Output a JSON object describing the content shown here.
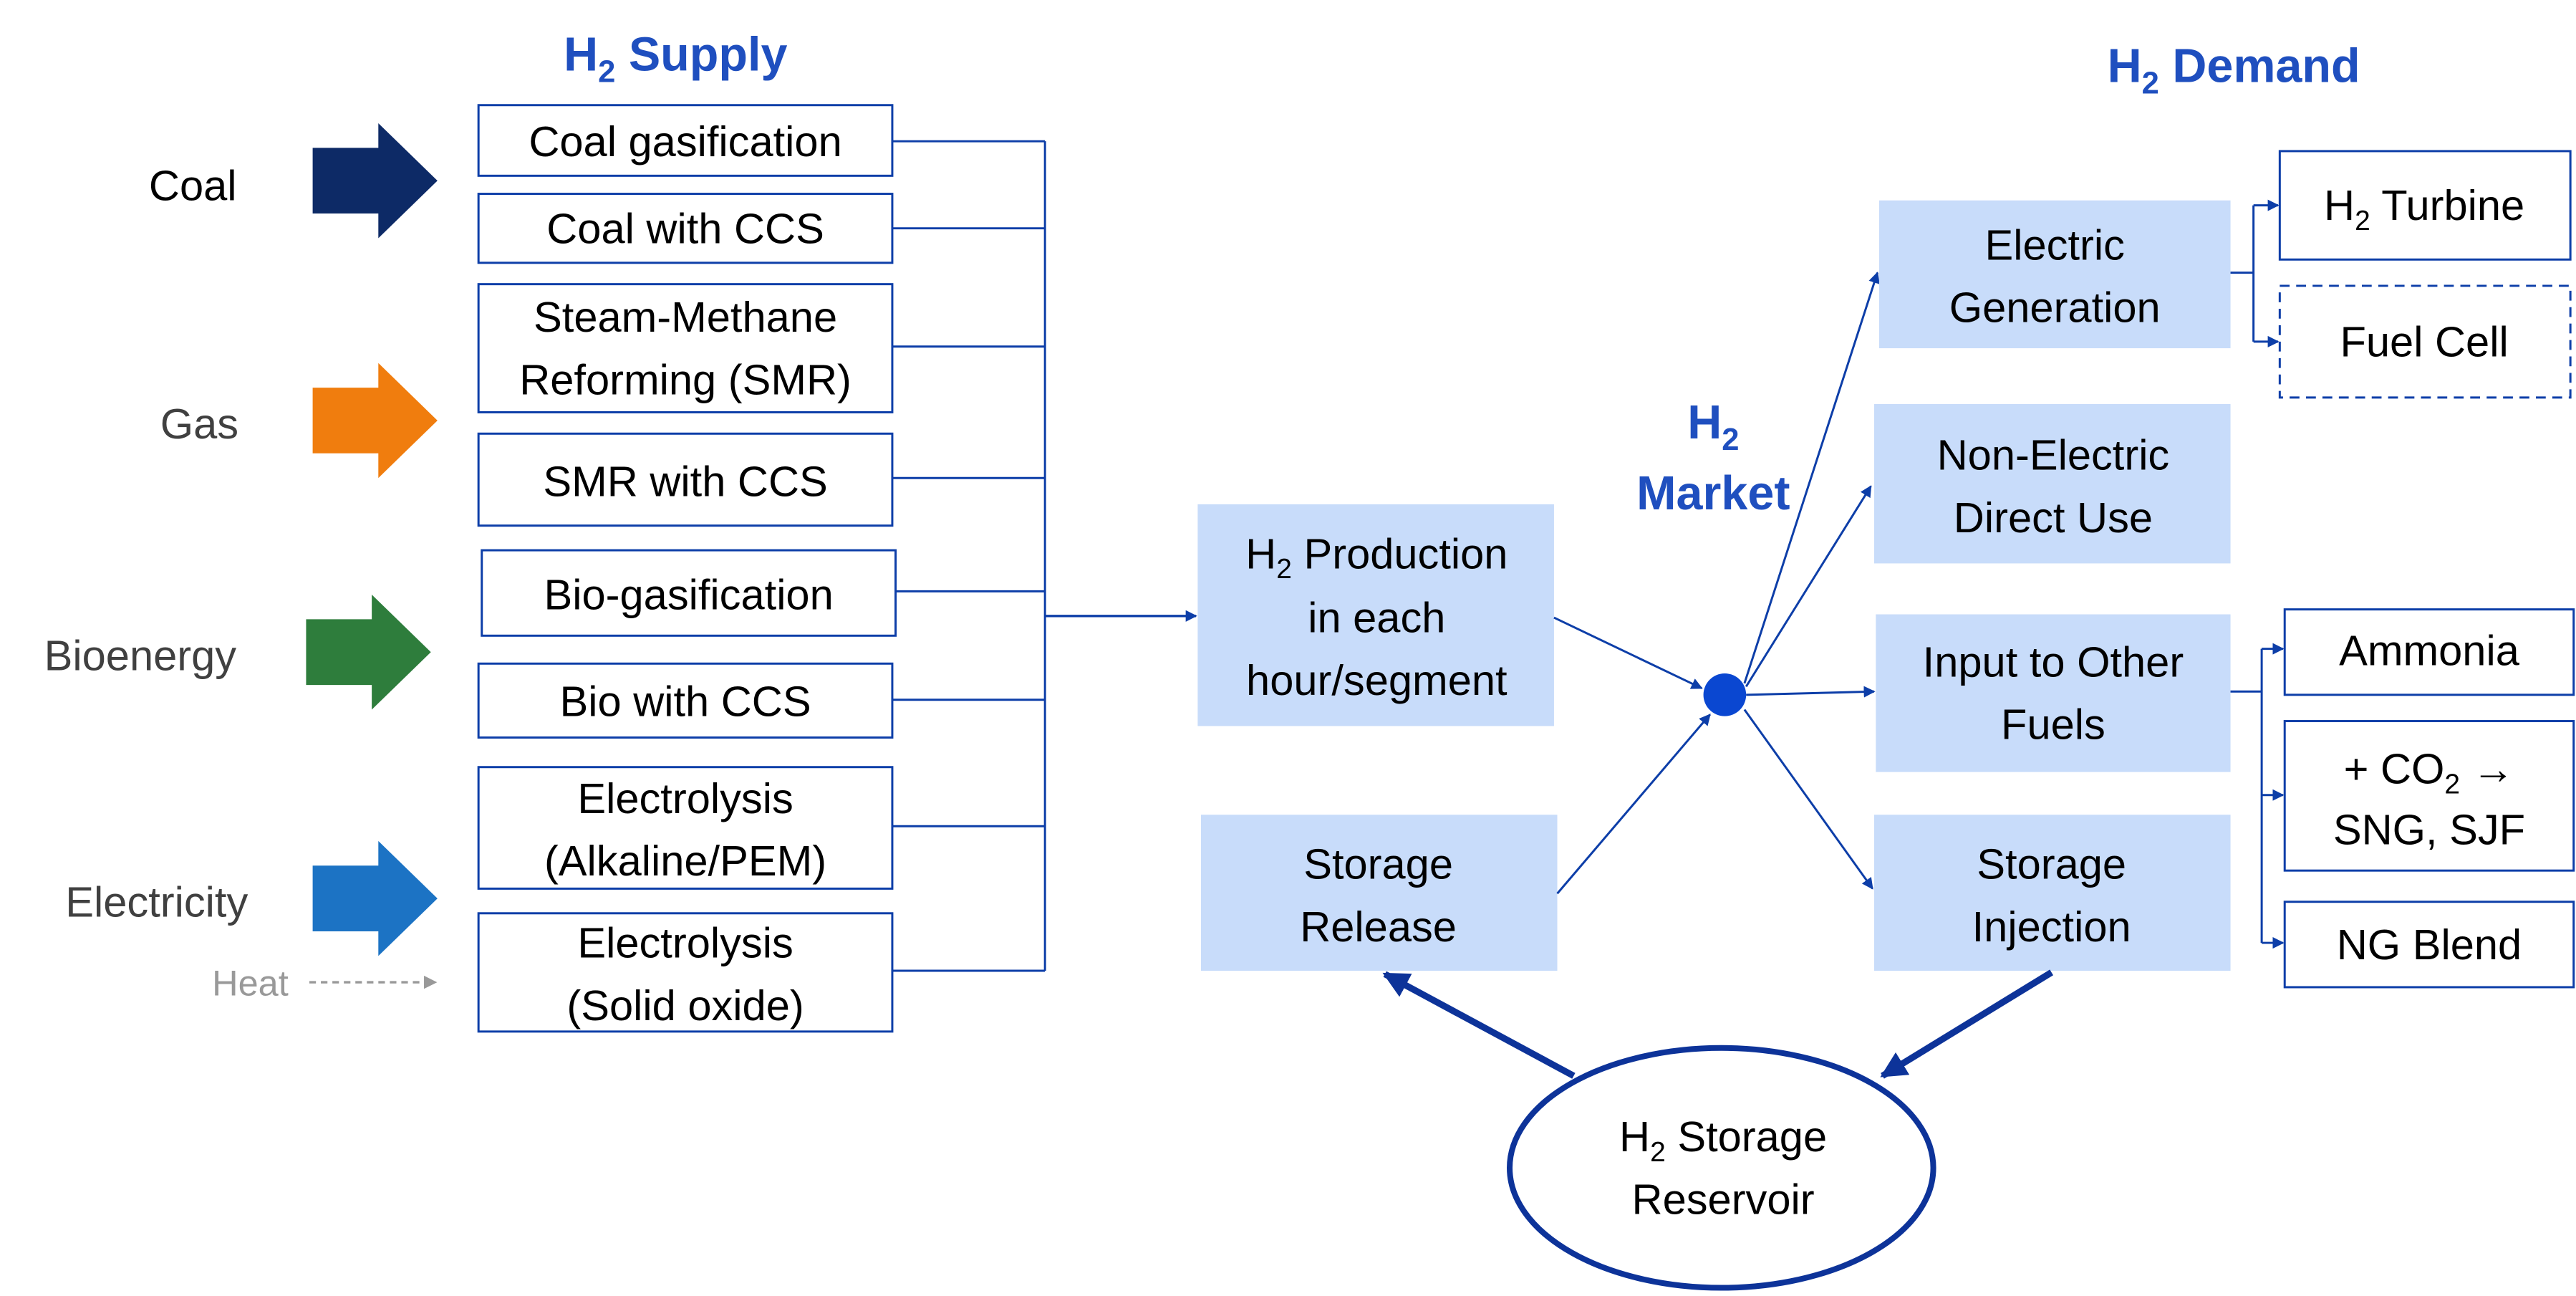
{
  "supply_title": "H2 Supply",
  "demand_title": "H2 Demand",
  "market_label": [
    "H2",
    "Market"
  ],
  "sources": [
    {
      "label": "Coal",
      "color": "#0d2a66"
    },
    {
      "label": "Gas",
      "color": "#f07d0e"
    },
    {
      "label": "Bioenergy",
      "color": "#2e7d3c"
    },
    {
      "label": "Electricity",
      "color": "#1c73c4"
    }
  ],
  "heat_label": "Heat",
  "supply_pathways": [
    [
      "Coal gasification"
    ],
    [
      "Coal with CCS"
    ],
    [
      "Steam-Methane",
      "Reforming (SMR)"
    ],
    [
      "SMR with CCS"
    ],
    [
      "Bio-gasification"
    ],
    [
      "Bio with CCS"
    ],
    [
      "Electrolysis",
      "(Alkaline/PEM)"
    ],
    [
      "Electrolysis",
      "(Solid oxide)"
    ]
  ],
  "production": [
    "H2 Production",
    "in each",
    "hour/segment"
  ],
  "storage_release": [
    "Storage",
    "Release"
  ],
  "storage_reservoir": [
    "H2 Storage",
    "Reservoir"
  ],
  "demand_categories": [
    [
      "Electric",
      "Generation"
    ],
    [
      "Non-Electric",
      "Direct Use"
    ],
    [
      "Input to Other",
      "Fuels"
    ],
    [
      "Storage",
      "Injection"
    ]
  ],
  "generation_outputs": [
    [
      "H2 Turbine"
    ],
    [
      "Fuel Cell"
    ]
  ],
  "fuel_outputs": [
    [
      "Ammonia"
    ],
    [
      "+  CO2 →",
      "SNG, SJF"
    ],
    [
      "NG Blend"
    ]
  ],
  "colors": {
    "accent_blue": "#1f4fbf",
    "box_fill": "#c8dcfa",
    "connector": "#0d3ea8",
    "reservoir_stroke": "#0d3399",
    "market_dot": "#0a47d1",
    "heat_gray": "#999999"
  }
}
